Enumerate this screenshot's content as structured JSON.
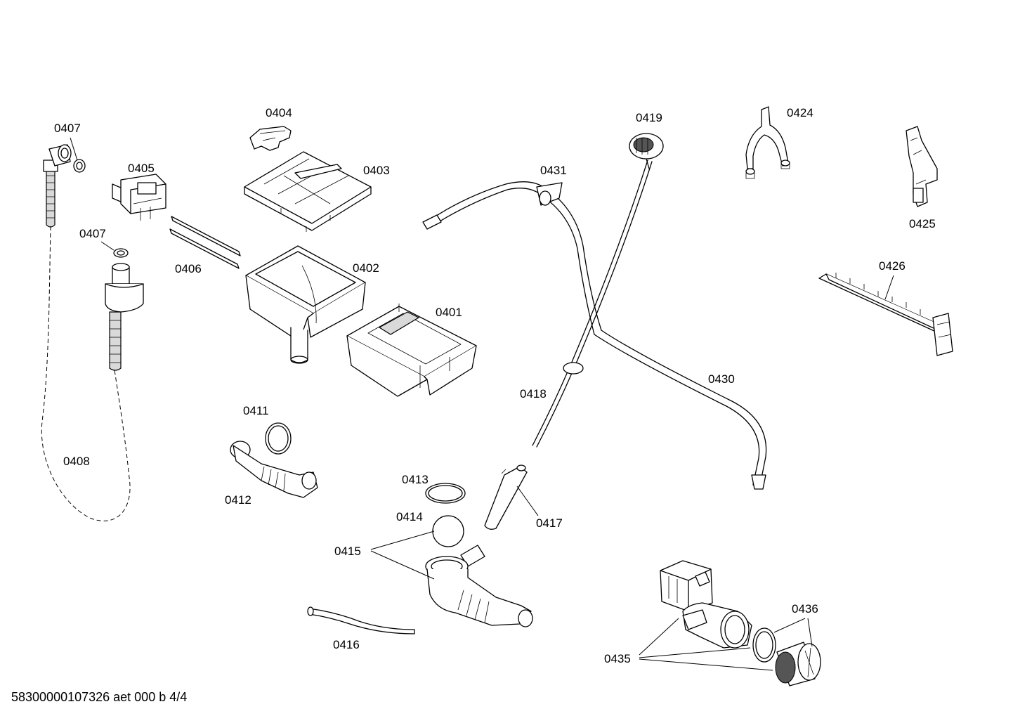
{
  "labels": {
    "p0401": "0401",
    "p0402": "0402",
    "p0403": "0403",
    "p0404": "0404",
    "p0405": "0405",
    "p0406": "0406",
    "p0407a": "0407",
    "p0407b": "0407",
    "p0408": "0408",
    "p0411": "0411",
    "p0412": "0412",
    "p0413": "0413",
    "p0414": "0414",
    "p0415": "0415",
    "p0416": "0416",
    "p0417": "0417",
    "p0418": "0418",
    "p0419": "0419",
    "p0424": "0424",
    "p0425": "0425",
    "p0426": "0426",
    "p0430": "0430",
    "p0431": "0431",
    "p0435": "0435",
    "p0436": "0436"
  },
  "footer": "58300000107326 aet 000 b 4/4"
}
